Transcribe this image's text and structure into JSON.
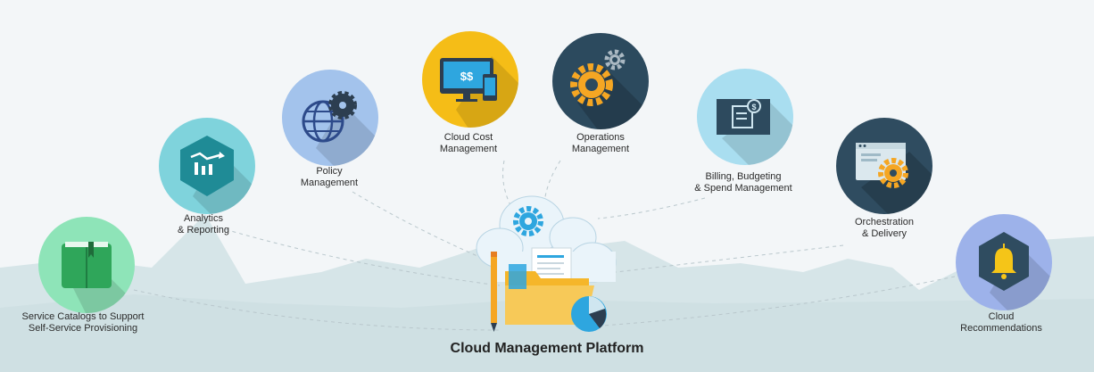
{
  "platform": {
    "title": "Cloud Management Platform"
  },
  "nodes": [
    {
      "id": "service-catalogs",
      "label": "Service Catalogs to Support\nSelf-Service Provisioning",
      "color": "#8ee4b8",
      "icon": "book-icon"
    },
    {
      "id": "analytics",
      "label": "Analytics\n& Reporting",
      "color": "#7fd3dc",
      "icon": "chart-icon"
    },
    {
      "id": "policy",
      "label": "Policy\nManagement",
      "color": "#a3c3ec",
      "icon": "globe-gear-icon"
    },
    {
      "id": "cloud-cost",
      "label": "Cloud Cost\nManagement",
      "color": "#f5bd17",
      "icon": "monitor-dollar-icon",
      "screen_text": "$$"
    },
    {
      "id": "operations",
      "label": "Operations\nManagement",
      "color": "#2c4a5e",
      "icon": "gears-icon"
    },
    {
      "id": "billing",
      "label": "Billing, Budgeting\n& Spend Management",
      "color": "#a9def0",
      "icon": "receipt-icon"
    },
    {
      "id": "orchestration",
      "label": "Orchestration\n& Delivery",
      "color": "#2f4c60",
      "icon": "browser-gear-icon"
    },
    {
      "id": "recommendations",
      "label": "Cloud\nRecommendations",
      "color": "#9db2ea",
      "icon": "bell-icon"
    }
  ]
}
